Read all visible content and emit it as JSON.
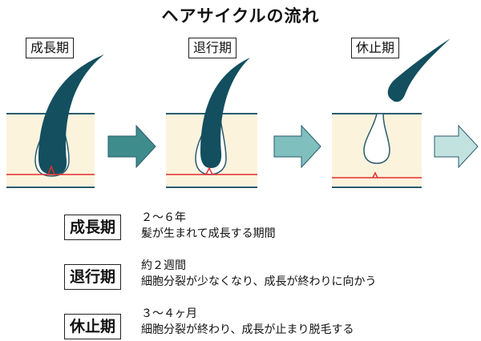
{
  "title": "ヘアサイクルの流れ",
  "stages": [
    {
      "label": "成長期"
    },
    {
      "label": "退行期"
    },
    {
      "label": "休止期"
    }
  ],
  "phases": [
    {
      "term": "成長期",
      "duration": "２～６年",
      "description": "髪が生まれて成長する期間"
    },
    {
      "term": "退行期",
      "duration": "約２週間",
      "description": "細胞分裂が少なくなり、成長が終わりに向かう"
    },
    {
      "term": "休止期",
      "duration": "３～４ヶ月",
      "description": "細胞分裂が終わり、成長が止まり脱毛する"
    }
  ],
  "colors": {
    "skin": "#fcf3dd",
    "skin_border": "#2a5b6e",
    "hair": "#134f5f",
    "papilla_line": "#e2302f",
    "arrow_dark": "#3f8c8c",
    "arrow_mid": "#7fbfbd",
    "arrow_light": "#c2e2e0"
  }
}
